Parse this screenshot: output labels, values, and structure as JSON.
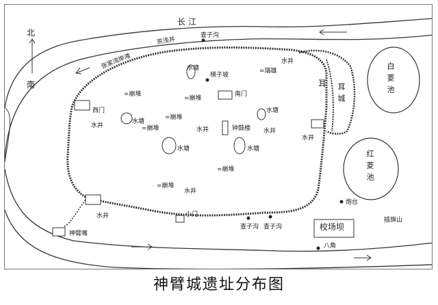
{
  "map": {
    "river": "长 江",
    "compass": {
      "north": "北",
      "south": "南"
    },
    "ponds": {
      "white": "白菱池",
      "red": "红菱池"
    },
    "wing_city": [
      "耳",
      "城"
    ],
    "wing_city_gate": "耳城",
    "labels": {
      "zhangjiawan": "张家湾岸滩",
      "shuiquan_top": "资浅井",
      "zhayigou_top": "查子沟",
      "tizibao": "梯子坡",
      "shuitang_a": "水塘",
      "shuitang_b": "水塘",
      "shuitang_c": "水塘",
      "shuitang_d": "水塘",
      "shuitang_e": "水塘",
      "chanchaoqi": "=瑞雄",
      "lanchao_a": "=崩堆",
      "lanchao_b": "=崩堆",
      "lanchao_c": "=崩堆",
      "lanchao_d": "=崩堆",
      "lanchao_e": "=崩堆",
      "lanchao_f": "=崩堆",
      "ximen": "西门",
      "nanmen": "南门",
      "xiaomen": "小门",
      "zhonglou": "钟鼓楼",
      "well_a": "水井",
      "well_b": "水井",
      "well_c": "水井",
      "well_d": "水井",
      "well_e": "水井",
      "well_f": "水井",
      "well_g": "水井",
      "wenmiao": "神臂嘴",
      "yazigou_a": "查子沟",
      "yazigou_b": "查子沟",
      "jiaochangba": "校场坝",
      "paotai": "炮台",
      "dongjiashan": "插旗山",
      "bajiao": "八角"
    }
  },
  "caption": "神臂城遗址分布图"
}
